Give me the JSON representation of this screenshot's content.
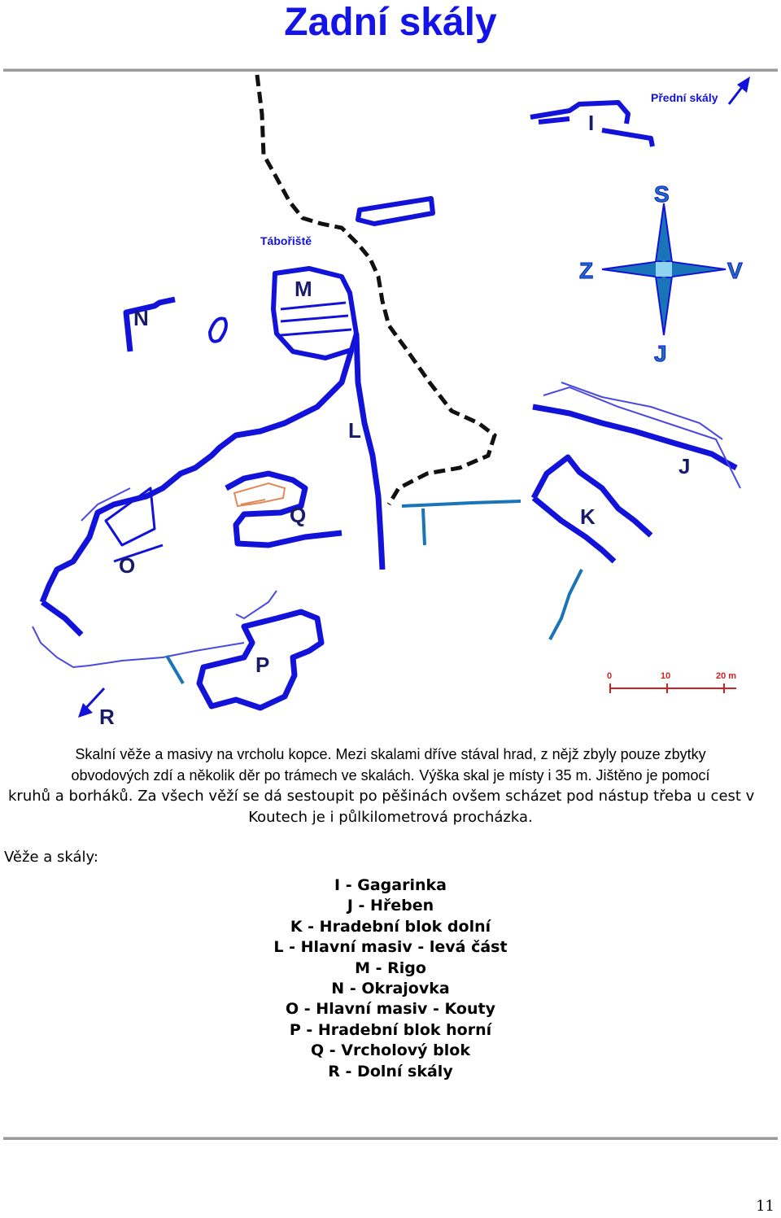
{
  "title": "Zadní skály",
  "map": {
    "labels": {
      "predni_skaly": "Přední skály",
      "taboriste": "Tábořiště",
      "i": "I",
      "j": "J",
      "k": "K",
      "l": "L",
      "m": "M",
      "n": "N",
      "o": "O",
      "p": "P",
      "q": "Q",
      "r": "R"
    },
    "compass": {
      "n": "S",
      "s": "J",
      "w": "Z",
      "e": "V"
    },
    "scale": {
      "t0": "0",
      "t1": "10",
      "t2": "20 m"
    },
    "colors": {
      "wall": "#1212d8",
      "path": "#111111",
      "stair": "#1a74b8",
      "outline": "#4a4ae0",
      "scale": "#cc2222",
      "ruin": "#e08a5a"
    }
  },
  "caption": {
    "line1": "Skalní věže a masivy na vrcholu kopce. Mezi skalami dříve stával hrad, z nějž zbyly pouze zbytky",
    "line2": "obvodových zdí a několik děr po trámech ve skalách.",
    "line2b": "Výška skal je místy i 35 m. Jištěno je pomocí",
    "line3a": "kruhů a borháků.",
    "line3b": "Za všech věží se dá sestoupit po pěšinách ovšem scházet pod nástup třeba u cest v",
    "line4": "Koutech je i půlkilometrová procházka."
  },
  "towers_label": "Věže a skály:",
  "legend": [
    "I - Gagarinka",
    "J - Hřeben",
    "K - Hradební blok dolní",
    "L - Hlavní masiv - levá část",
    "M - Rigo",
    "N - Okrajovka",
    "O - Hlavní masiv - Kouty",
    "P - Hradební blok horní",
    "Q - Vrcholový blok",
    "R - Dolní skály"
  ],
  "page_number": "11"
}
